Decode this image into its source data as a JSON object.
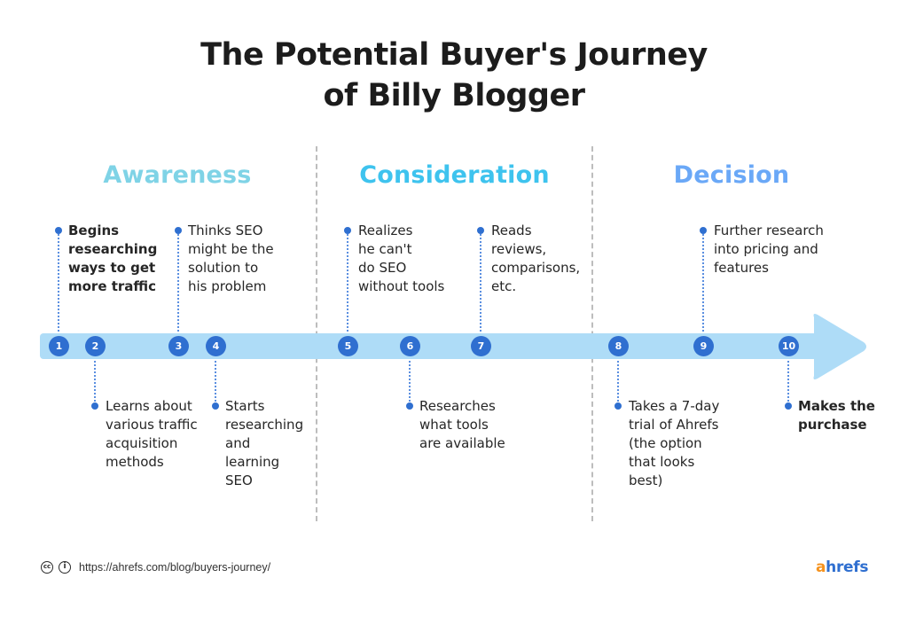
{
  "title": {
    "line1": "The Potential Buyer's Journey",
    "line2": "of Billy Blogger"
  },
  "stages": [
    {
      "label": "Awareness",
      "color": "#7fd3e6"
    },
    {
      "label": "Consideration",
      "color": "#3ec3ee"
    },
    {
      "label": "Decision",
      "color": "#6aa8f7"
    }
  ],
  "colors": {
    "timeline_bar": "#aedcf7",
    "step_circle": "#2f6fd0",
    "divider": "#bdbdbd",
    "logo_a": "#f5931f",
    "logo_rest": "#2f6fd0"
  },
  "steps": [
    {
      "number": "1",
      "position": "above",
      "bold": true,
      "text": "Begins\nresearching\nways to get\nmore traffic"
    },
    {
      "number": "2",
      "position": "below",
      "bold": false,
      "text": "Learns about\nvarious traffic\nacquisition\nmethods"
    },
    {
      "number": "3",
      "position": "above",
      "bold": false,
      "text": "Thinks SEO\nmight be the\nsolution to\nhis problem"
    },
    {
      "number": "4",
      "position": "below",
      "bold": false,
      "text": "Starts\nresearching\nand\nlearning\nSEO"
    },
    {
      "number": "5",
      "position": "above",
      "bold": false,
      "text": "Realizes\nhe can't\ndo SEO\nwithout tools"
    },
    {
      "number": "6",
      "position": "below",
      "bold": false,
      "text": "Researches\nwhat tools\nare available"
    },
    {
      "number": "7",
      "position": "above",
      "bold": false,
      "text": "Reads\nreviews,\ncomparisons,\netc."
    },
    {
      "number": "8",
      "position": "below",
      "bold": false,
      "text": "Takes a 7-day\ntrial of Ahrefs\n(the option\nthat looks\nbest)"
    },
    {
      "number": "9",
      "position": "above",
      "bold": false,
      "text": "Further research\ninto pricing and\nfeatures"
    },
    {
      "number": "10",
      "position": "below",
      "bold": true,
      "text": "Makes the\npurchase"
    }
  ],
  "footer": {
    "license_icons": [
      "cc-icon",
      "by-attribution-icon"
    ],
    "cc_label": "cc",
    "by_label": "i",
    "url": "https://ahrefs.com/blog/buyers-journey/",
    "logo_a": "a",
    "logo_rest": "hrefs"
  }
}
